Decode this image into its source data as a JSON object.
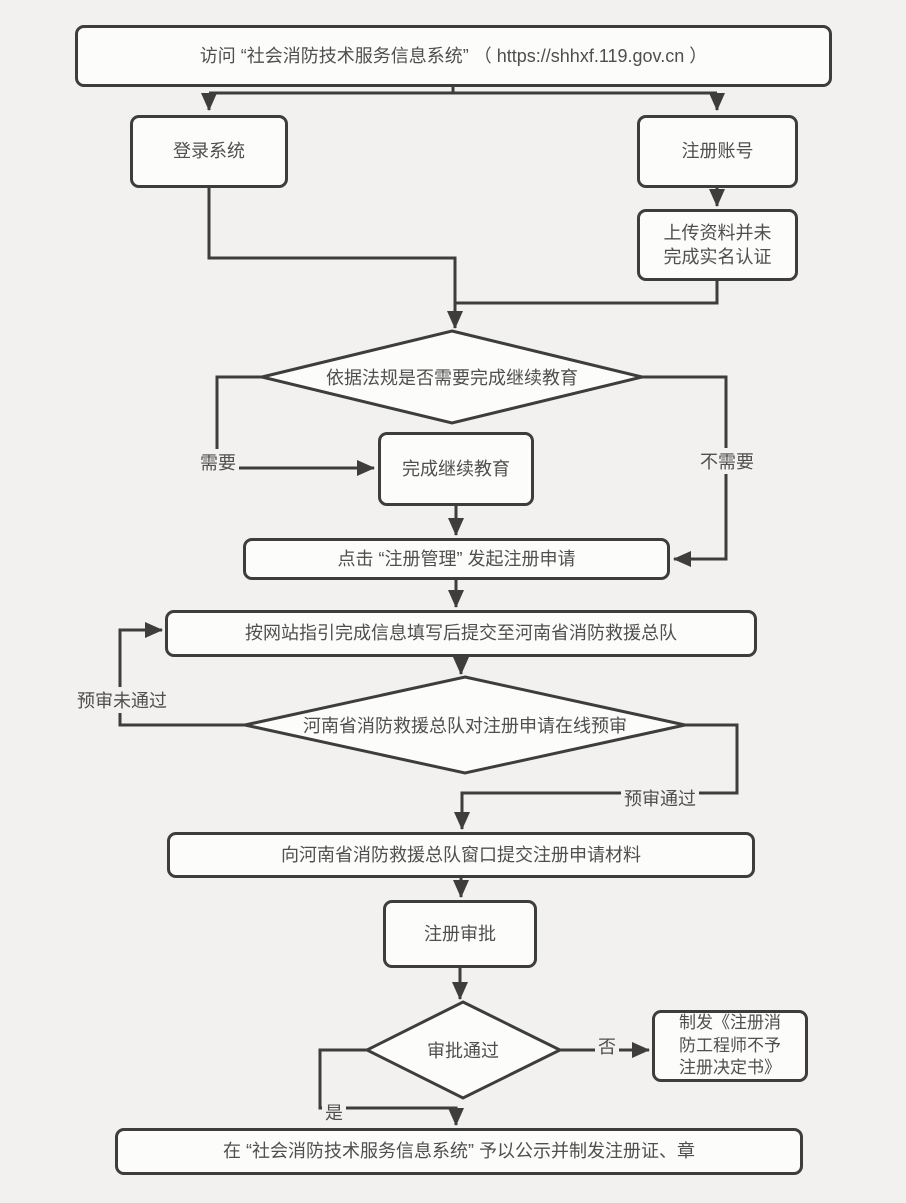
{
  "colors": {
    "background": "#f2f1ef",
    "line": "#3d3d3d",
    "node_fill": "#fcfcfb",
    "text": "#4f4f4f"
  },
  "nodes": {
    "visit": "访问 “社会消防技术服务信息系统” （ https://shhxf.119.gov.cn ）",
    "login": "登录系统",
    "register": "注册账号",
    "upload": "上传资料并未\n完成实名认证",
    "decision_education": "依据法规是否需要完成继续教育",
    "education": "完成继续教育",
    "click_manage": "点击 “注册管理” 发起注册申请",
    "fill_submit": "按网站指引完成信息填写后提交至河南省消防救援总队",
    "decision_preaudit": "河南省消防救援总队对注册申请在线预审",
    "submit_window": "向河南省消防救援总队窗口提交注册申请材料",
    "approval": "注册审批",
    "decision_approval": "审批通过",
    "deny": "制发《注册消\n防工程师不予\n注册决定书》",
    "publish": "在 “社会消防技术服务信息系统” 予以公示并制发注册证、章"
  },
  "edge_labels": {
    "need": "需要",
    "no_need": "不需要",
    "preaudit_fail": "预审未通过",
    "preaudit_pass": "预审通过",
    "no": "否",
    "yes": "是"
  }
}
